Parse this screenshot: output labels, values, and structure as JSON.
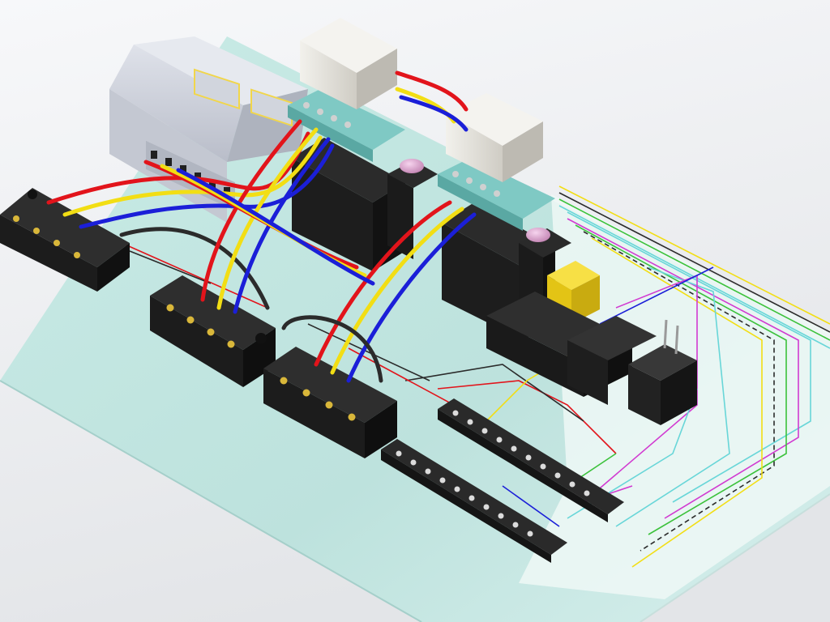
{
  "scene": {
    "description_visible_text": "",
    "components": {
      "contactors": 2,
      "large_terminal_blocks": 3,
      "small_terminal_strips": 2,
      "din_rail_modules": 1,
      "relays": 1,
      "power_adapters": 1
    },
    "colors": {
      "background_top": "#f5f6f8",
      "background_bottom": "#e6e8ea",
      "panel": "#bfe3df",
      "panel_edge": "#e9f3f2",
      "wire_red": "#e2141b",
      "wire_yellow": "#f2de14",
      "wire_blue": "#1b1fd8",
      "wire_black": "#2b2b2b",
      "wire_green": "#3cc23c",
      "wire_magenta": "#d13ad1",
      "wire_cyan": "#68d6d8",
      "plastic_black": "#262626",
      "plastic_black_side": "#151515",
      "contactor_white": "#e4e2dc",
      "din_module_grey": "#c8ccd6",
      "teal_stripe": "#7fc9c4",
      "pink_button": "#e0a2d0",
      "yellow_relay": "#f0d21c",
      "screw_gold": "#d9b73a",
      "screw_silver": "#d0d0d0"
    }
  }
}
